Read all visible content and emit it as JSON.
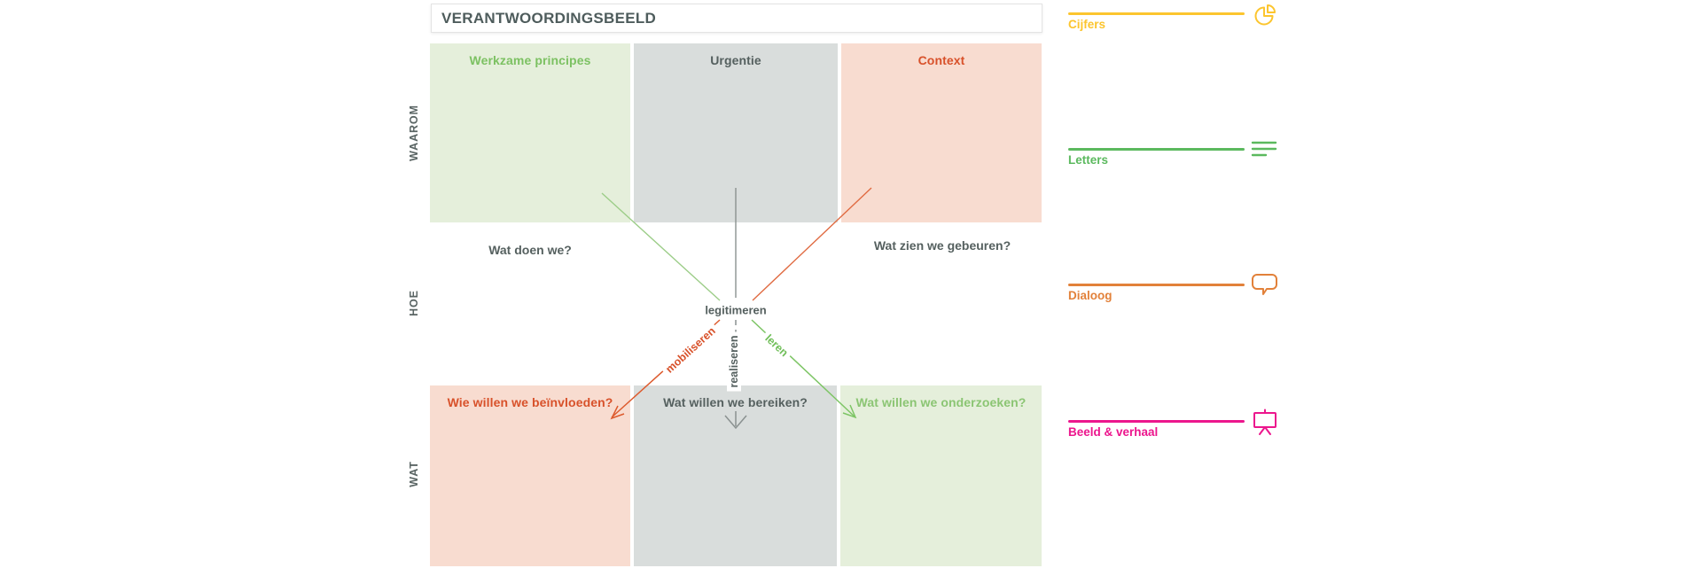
{
  "title": "VERANTWOORDINGSBEELD",
  "row_labels": {
    "waarom": "WAAROM",
    "hoe": "HOE",
    "wat": "WAT"
  },
  "matrix": {
    "top_row": [
      {
        "label": "Werkzame principes",
        "color": "#7cc162",
        "bg": "#e5efdb"
      },
      {
        "label": "Urgentie",
        "color": "#55605f",
        "bg": "#d9dddc"
      },
      {
        "label": "Context",
        "color": "#d8512a",
        "bg": "#f8dcd0"
      }
    ],
    "bottom_row": [
      {
        "label": "Wie willen we beïnvloeden?",
        "color": "#d8512a",
        "bg": "#f8dcd0"
      },
      {
        "label": "Wat willen we bereiken?",
        "color": "#55605f",
        "bg": "#d9dddc"
      },
      {
        "label": "Wat willen we onderzoeken?",
        "color": "#8bc573",
        "bg": "#e5efdb"
      }
    ],
    "questions": {
      "left": "Wat doen we?",
      "right": "Wat zien we gebeuren?"
    }
  },
  "flow": {
    "hub": "legitimeren",
    "down_arrows": [
      {
        "label": "mobiliseren",
        "color": "#d8512a"
      },
      {
        "label": "realiseren",
        "color": "#55605f"
      },
      {
        "label": "leren",
        "color": "#6fbe58"
      }
    ]
  },
  "legend": [
    {
      "label": "Cijfers",
      "color": "#fcc52e",
      "icon": "pie-chart"
    },
    {
      "label": "Letters",
      "color": "#5bb95e",
      "icon": "text-lines"
    },
    {
      "label": "Dialoog",
      "color": "#e2813a",
      "icon": "speech-bubble"
    },
    {
      "label": "Beeld & verhaal",
      "color": "#ec168d",
      "icon": "presentation-board"
    }
  ],
  "colors": {
    "title_text": "#4e5c5c",
    "gray_text": "#55605f",
    "line_green": "#9ccd88",
    "line_gray": "#8a9190",
    "line_orange": "#e06b42",
    "arrow_orange": "#dd5b2e",
    "arrow_green": "#7dc565",
    "arrow_gray": "#8a9190"
  }
}
